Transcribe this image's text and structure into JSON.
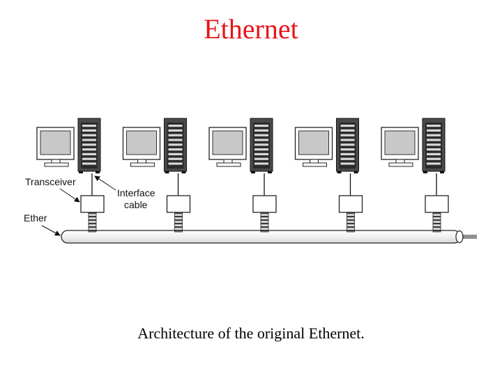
{
  "title": "Ethernet",
  "caption": "Architecture of the original Ethernet.",
  "labels": {
    "transceiver": "Transceiver",
    "interface_line1": "Interface",
    "interface_line2": "cable",
    "ether": "Ether"
  },
  "stations": [
    "station-1",
    "station-2",
    "station-3",
    "station-4",
    "station-5"
  ],
  "colors": {
    "title": "#e8141b",
    "screen": "#c8c8c8",
    "tower": "#4a4a4a",
    "cable": "#f2f2f2"
  }
}
